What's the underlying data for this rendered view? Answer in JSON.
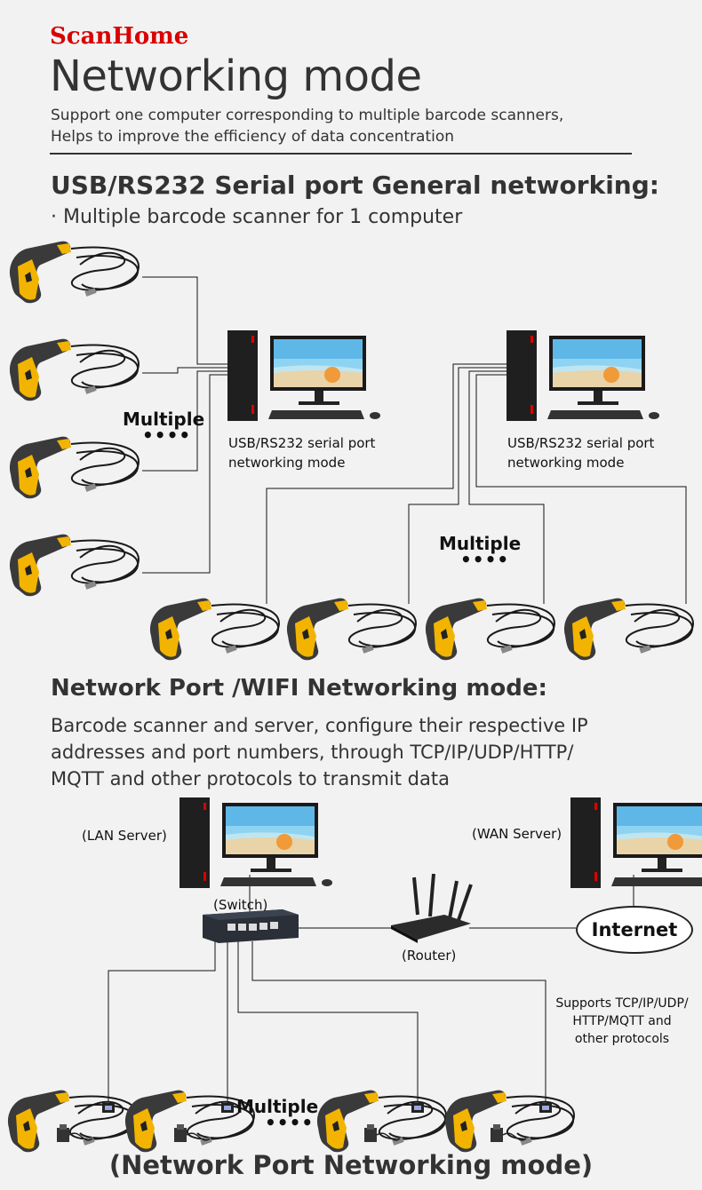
{
  "brand": "ScanHome",
  "title": "Networking mode",
  "subtitle_lines": [
    "Support one computer corresponding to multiple barcode scanners,",
    "Helps to improve the efficiency of data concentration"
  ],
  "serial_section": {
    "heading": "USB/RS232 Serial port General networking:",
    "bullet": "· Multiple barcode scanner for 1 computer",
    "pc_label_line1": "USB/RS232 serial port",
    "pc_label_line2": "networking mode",
    "multiple": "Multiple",
    "dots": "••••"
  },
  "network_section": {
    "heading": "Network Port /WIFI Networking mode:",
    "desc_lines": [
      "Barcode scanner and server, configure their respective IP",
      "addresses and port numbers, through TCP/IP/UDP/HTTP/",
      "MQTT and other protocols to transmit data"
    ],
    "lan_server": "(LAN Server)",
    "wan_server": "(WAN Server)",
    "switch": "(Switch)",
    "router": "(Router)",
    "internet": "Internet",
    "protocols_lines": [
      "Supports TCP/IP/UDP/",
      "HTTP/MQTT and",
      "other protocols"
    ],
    "multiple": "Multiple",
    "dots": "••••",
    "footer": "(Network Port Networking mode)"
  },
  "icons": [
    "barcode-scanner-icon",
    "desktop-computer-icon",
    "network-switch-icon",
    "router-icon",
    "power-adapter-icon",
    "rj45-plug-icon"
  ]
}
